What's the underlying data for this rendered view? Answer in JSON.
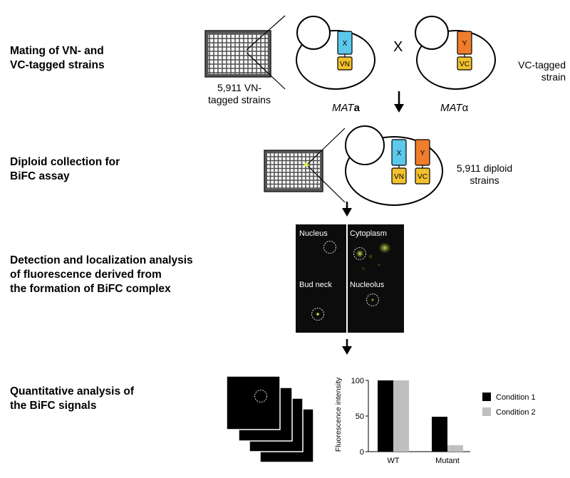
{
  "steps": {
    "mating_line1": "Mating of VN- and",
    "mating_line2": "VC-tagged strains",
    "diploid_line1": "Diploid collection for",
    "diploid_line2": "BiFC assay",
    "detection_line1": "Detection and localization analysis",
    "detection_line2": "of fluorescence derived from",
    "detection_line3": "the formation of BiFC complex",
    "quant_line1": "Quantitative analysis of",
    "quant_line2": "the BiFC signals"
  },
  "mating": {
    "vn_strains_line1": "5,911 VN-",
    "vn_strains_line2": "tagged strains",
    "cross_symbol": "X",
    "mata_prefix": "MAT",
    "mata_suffix": "a",
    "matalpha_prefix": "MAT",
    "matalpha_suffix": "α",
    "vc_strain_line1": "VC-tagged",
    "vc_strain_line2": "strain",
    "protein_x": "X",
    "protein_y": "Y",
    "tag_vn": "VN",
    "tag_vc": "VC"
  },
  "diploid": {
    "count_line1": "5,911 diploid",
    "count_line2": "strains"
  },
  "micrographs": {
    "nucleus": "Nucleus",
    "cytoplasm": "Cytoplasm",
    "bud_neck": "Bud neck",
    "nucleolus": "Nucleolus"
  },
  "colors": {
    "x_protein": "#5bc8ec",
    "y_protein": "#ef7d2c",
    "tag": "#f2c12e",
    "plate": "#555555",
    "condition1": "#000000",
    "condition2": "#bfbfbf",
    "signal": "#c8e04a"
  },
  "chart_data": {
    "type": "bar",
    "categories": [
      "WT",
      "Mutant"
    ],
    "series": [
      {
        "name": "Condition 1",
        "values": [
          100,
          49
        ]
      },
      {
        "name": "Condition 2",
        "values": [
          100,
          9
        ]
      }
    ],
    "title": "",
    "xlabel": "",
    "ylabel": "Fluorescence intensity",
    "ylim": [
      0,
      100
    ],
    "yticks": [
      0,
      50,
      100
    ],
    "legend": "right",
    "grid": false
  }
}
